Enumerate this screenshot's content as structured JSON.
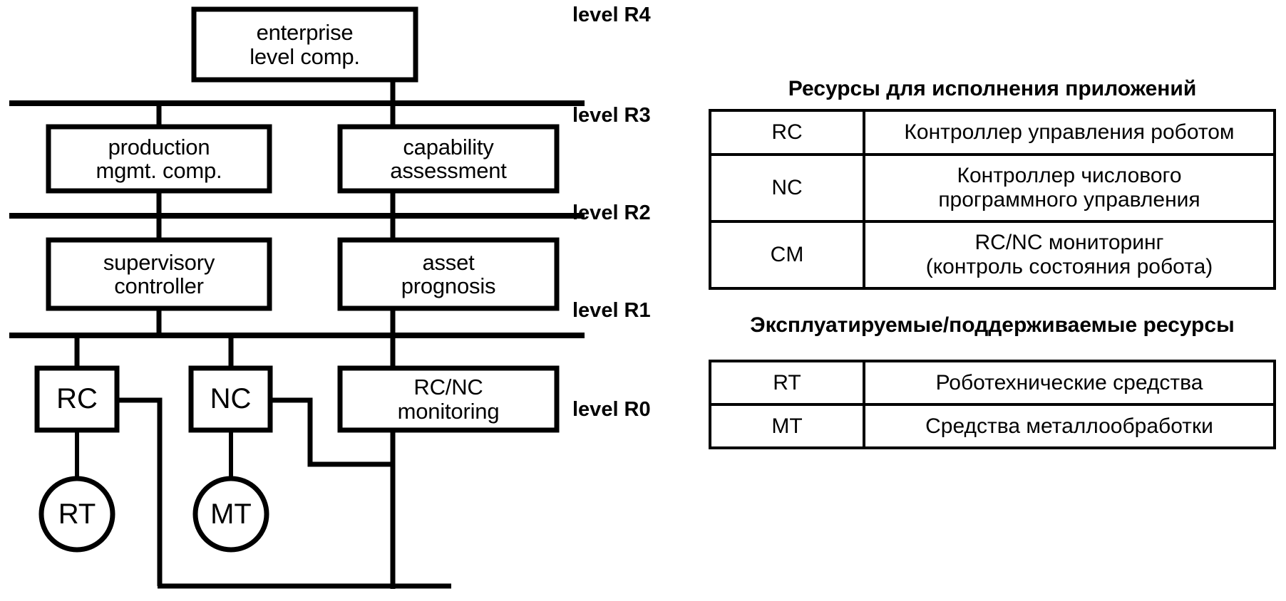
{
  "diagram": {
    "nodes": {
      "enterprise": "enterprise\nlevel comp.",
      "enterprise_l1": "enterprise",
      "enterprise_l2": "level comp.",
      "production_l1": "production",
      "production_l2": "mgmt. comp.",
      "capability_l1": "capability",
      "capability_l2": "assessment",
      "supervisory_l1": "supervisory",
      "supervisory_l2": "controller",
      "asset_l1": "asset",
      "asset_l2": "prognosis",
      "monitoring_l1": "RC/NC",
      "monitoring_l2": "monitoring",
      "rc": "RC",
      "nc": "NC",
      "rt": "RT",
      "mt": "MT"
    },
    "levels": [
      {
        "label": "level R4"
      },
      {
        "label": "level R3"
      },
      {
        "label": "level R2"
      },
      {
        "label": "level R1"
      },
      {
        "label": "level R0"
      }
    ]
  },
  "legend": {
    "application_resources": {
      "caption": "Ресурсы для исполнения приложений",
      "rows": [
        {
          "code": "RC",
          "description": "Контроллер управления роботом"
        },
        {
          "code": "NC",
          "description": "Контроллер числового\nпрограммного управления"
        },
        {
          "code": "CM",
          "description": "RC/NC мониторинг\n(контроль состояния робота)"
        }
      ]
    },
    "operated_resources": {
      "caption": "Эксплуатируемые/поддерживаемые ресурсы",
      "rows": [
        {
          "code": "RT",
          "description": "Роботехнические средства"
        },
        {
          "code": "MT",
          "description": "Средства металлообработки"
        }
      ]
    }
  },
  "colors": {
    "stroke": "#000000",
    "background": "#ffffff"
  }
}
